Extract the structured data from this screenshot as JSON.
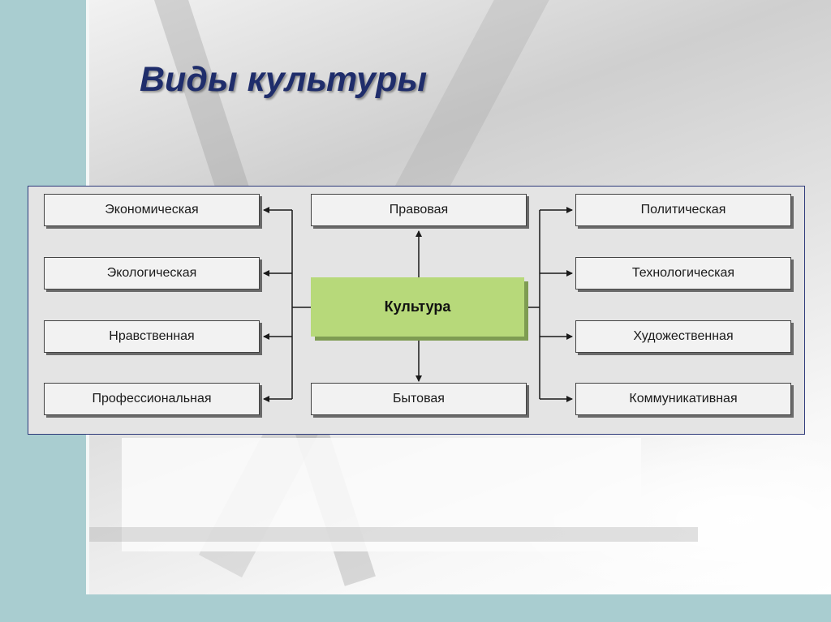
{
  "slide": {
    "title": "Виды культуры"
  },
  "diagram": {
    "center": "Культура",
    "left": [
      "Экономическая",
      "Экологическая",
      "Нравственная",
      "Профессиональная"
    ],
    "middle": {
      "top": "Правовая",
      "bottom": "Бытовая"
    },
    "right": [
      "Политическая",
      "Технологическая",
      "Художественная",
      "Коммуникативная"
    ]
  }
}
